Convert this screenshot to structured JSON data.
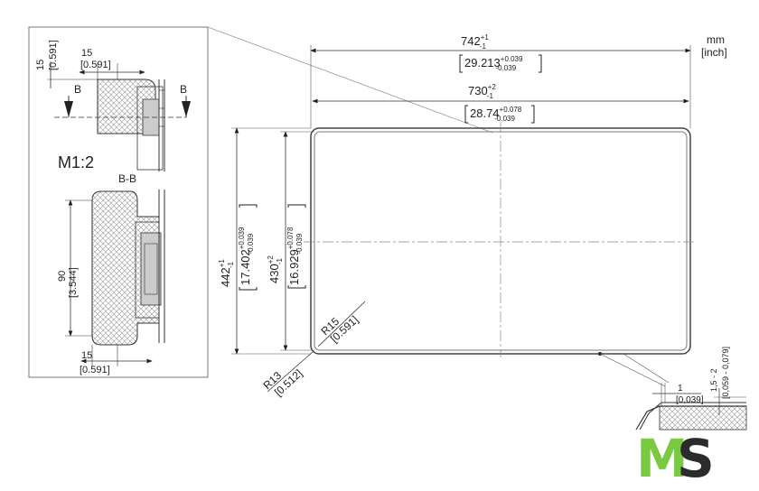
{
  "units": {
    "mm": "mm",
    "inch": "[inch]"
  },
  "scale": "M1:2",
  "section": {
    "name": "B-B",
    "marker_left": "B",
    "marker_right": "B"
  },
  "detail": {
    "top_v": {
      "mm": "15",
      "inch": "[0.591]"
    },
    "top_h": {
      "mm": "15",
      "inch": "[0.591]"
    },
    "height": {
      "mm": "90",
      "inch": "[3.544]"
    },
    "bottom_h": {
      "mm": "15",
      "inch": "[0.591]"
    }
  },
  "outer_width": {
    "base": "742",
    "sup": "+1",
    "sub": "-1",
    "inch_base": "29.213",
    "inch_sup": "+0.039",
    "inch_sub": "-0.039"
  },
  "inner_width": {
    "base": "730",
    "sup": "+2",
    "sub": "-1",
    "inch_base": "28.74",
    "inch_sup": "+0.078",
    "inch_sub": "-0.039"
  },
  "outer_height": {
    "base": "442",
    "sup": "+1",
    "sub": "-1",
    "inch_base": "17.402",
    "inch_sup": "+0.039",
    "inch_sub": "-0.039"
  },
  "inner_height": {
    "base": "430",
    "sup": "+2",
    "sub": "-1",
    "inch_base": "16.929",
    "inch_sup": "+0.078",
    "inch_sub": "-0.039"
  },
  "radius_inner": {
    "mm": "R15",
    "inch": "[0.591]"
  },
  "radius_outer": {
    "mm": "R13",
    "inch": "[0.512]"
  },
  "thickness": {
    "mm": "1",
    "inch": "[0,039]"
  },
  "edge": {
    "mm": "1,5 - 2",
    "inch": "[0,059 - 0,079]"
  },
  "logo": {
    "text": "MS",
    "color_m": "#7ac943",
    "color_s": "#2b2b2b"
  }
}
